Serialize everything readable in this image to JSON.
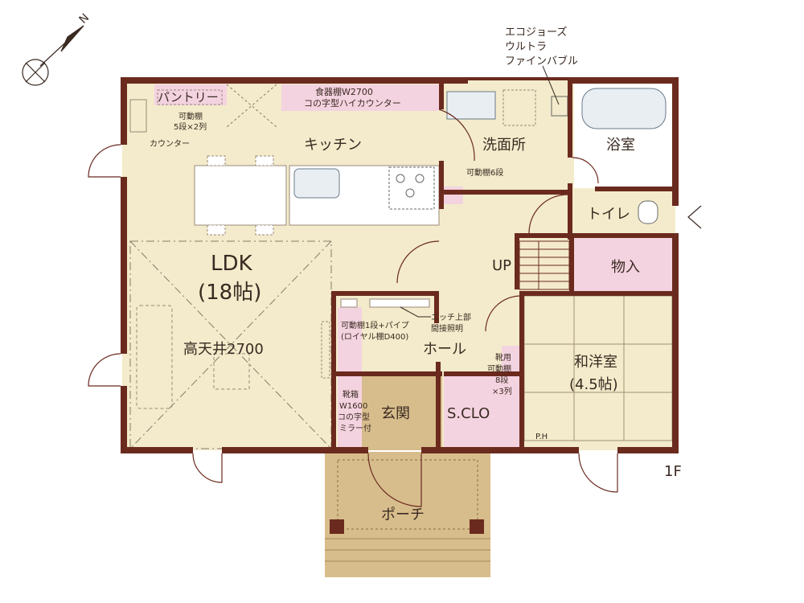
{
  "rooms": {
    "ldk_name": "LDK",
    "ldk_size": "(18帖)",
    "ldk_ceiling": "高天井2700",
    "kitchen": "キッチン",
    "washroom": "洗面所",
    "bath": "浴室",
    "toilet": "トイレ",
    "storage": "物入",
    "hall": "ホール",
    "washitsu_name": "和洋室",
    "washitsu_size": "(4.5帖)",
    "entrance": "玄関",
    "sclo": "S.CLO",
    "porch": "ポーチ",
    "up": "UP"
  },
  "notes": {
    "pantry": "パントリー",
    "pantry_shelf_1": "可動棚",
    "pantry_shelf_2": "5段×2列",
    "counter": "カウンター",
    "cupboard_1": "食器棚W2700",
    "cupboard_2": "コの字型ハイカウンター",
    "ecojoes_1": "エコジョーズ",
    "ecojoes_2": "ウルトラ",
    "ecojoes_3": "ファインバブル",
    "washroom_shelf": "可動棚6段",
    "hall_shelf_1": "可動棚1段+パイプ",
    "hall_shelf_2": "(ロイヤル棚D400)",
    "niche_1": "ニッチ上部",
    "niche_2": "間接照明",
    "shoe_shelf_1": "靴用",
    "shoe_shelf_2": "可動棚",
    "shoe_shelf_3": "8段",
    "shoe_shelf_4": "×3列",
    "shoebox_1": "靴箱",
    "shoebox_2": "W1600",
    "shoebox_3": "コの字型",
    "shoebox_4": "ミラー付",
    "ph": "P.H"
  },
  "floor": "1F",
  "compass": "N",
  "colors": {
    "wall": "#6b2a1e",
    "floor_light": "#f3ebcb",
    "entrance_floor": "#d8bd8c",
    "pink": "#f4d3e0",
    "text": "#3a2a22"
  }
}
